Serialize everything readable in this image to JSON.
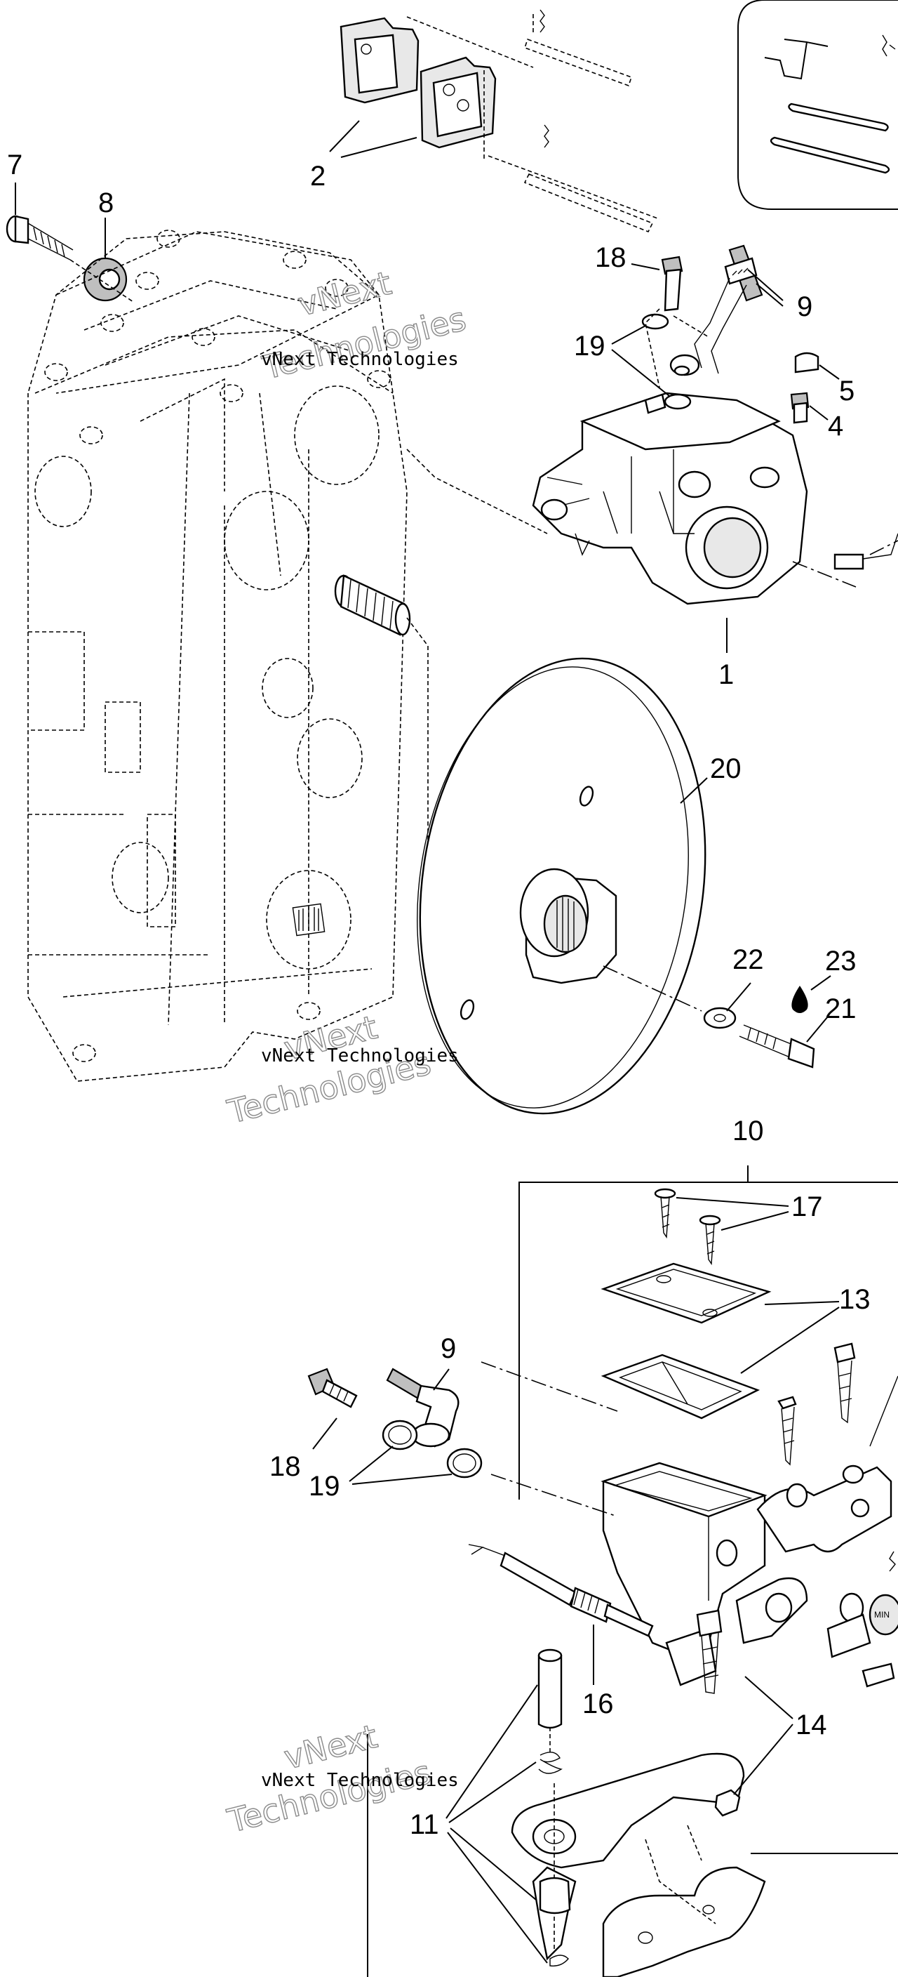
{
  "callouts": [
    {
      "id": "c7",
      "text": "7"
    },
    {
      "id": "c8",
      "text": "8"
    },
    {
      "id": "c2",
      "text": "2"
    },
    {
      "id": "c18a",
      "text": "18"
    },
    {
      "id": "c9a",
      "text": "9"
    },
    {
      "id": "c19a",
      "text": "19"
    },
    {
      "id": "c5",
      "text": "5"
    },
    {
      "id": "c4",
      "text": "4"
    },
    {
      "id": "c1",
      "text": "1"
    },
    {
      "id": "c20",
      "text": "20"
    },
    {
      "id": "c22",
      "text": "22"
    },
    {
      "id": "c23",
      "text": "23"
    },
    {
      "id": "c21",
      "text": "21"
    },
    {
      "id": "c10",
      "text": "10"
    },
    {
      "id": "c17",
      "text": "17"
    },
    {
      "id": "c13",
      "text": "13"
    },
    {
      "id": "c9b",
      "text": "9"
    },
    {
      "id": "c18b",
      "text": "18"
    },
    {
      "id": "c19b",
      "text": "19"
    },
    {
      "id": "c16",
      "text": "16"
    },
    {
      "id": "c14",
      "text": "14"
    },
    {
      "id": "c11",
      "text": "11"
    }
  ],
  "watermark": {
    "company": "vNext Technologies",
    "line1": "vNext",
    "line2": "Technologies"
  },
  "reservoir_label": "MIN",
  "colors": {
    "line": "#000000",
    "watermark": "#8a8a8a",
    "background": "#ffffff"
  }
}
